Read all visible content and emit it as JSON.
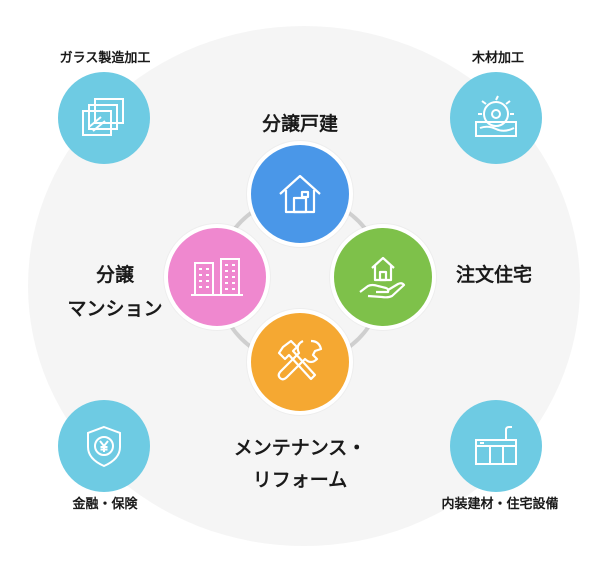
{
  "business_map": {
    "center_items": [
      {
        "label": "分譲戸建",
        "color": "#4a97e8",
        "icon": "house-icon"
      },
      {
        "label": "注文住宅",
        "color": "#7ec14a",
        "icon": "house-hand-icon"
      },
      {
        "label": "メンテナンス・",
        "label2": "リフォーム",
        "color": "#f5a832",
        "icon": "tools-icon"
      },
      {
        "label": "分譲",
        "label2": "マンション",
        "color": "#ef88cf",
        "icon": "buildings-icon"
      }
    ],
    "corner_items": [
      {
        "label": "ガラス製造加工",
        "icon": "glass-panes-icon"
      },
      {
        "label": "木材加工",
        "icon": "saw-wood-icon"
      },
      {
        "label": "金融・保険",
        "icon": "yen-shield-icon"
      },
      {
        "label": "内装建材・住宅設備",
        "icon": "kitchen-icon"
      }
    ],
    "corner_color": "#6ecbe3"
  }
}
